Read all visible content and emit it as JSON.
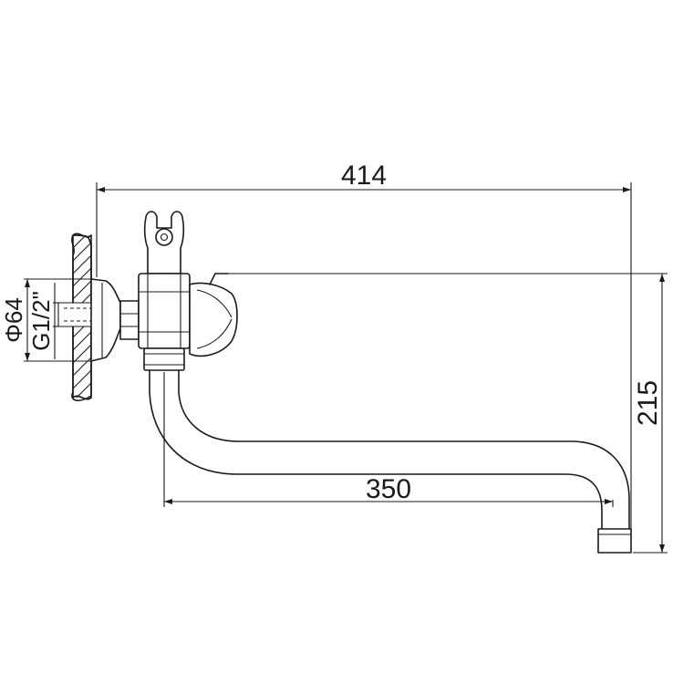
{
  "dimensions": {
    "overall_length": "414",
    "spout_length": "350",
    "height": "215",
    "flange_diameter": "Φ64",
    "thread": "G1/2\""
  }
}
